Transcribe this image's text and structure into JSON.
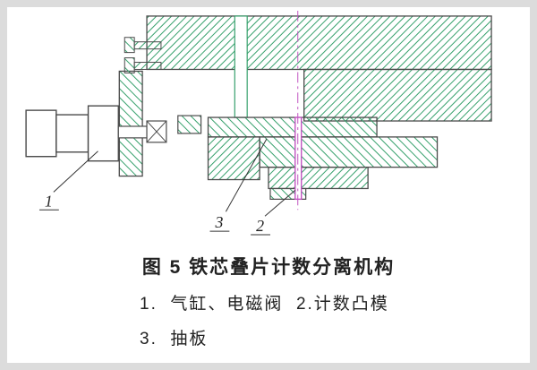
{
  "figure": {
    "caption": "图 5 铁芯叠片计数分离机构",
    "legend_line1": "1.  气缸、电磁阀  2.计数凸模",
    "legend_line2": "3.  抽板",
    "labels": {
      "part1": "1",
      "part2": "2",
      "part3": "3"
    }
  },
  "colors": {
    "hatch": "#35a06b",
    "outline": "#4a4a4a",
    "accent": "#c253c2",
    "frame": "#dcdcdc",
    "text": "#222222"
  }
}
